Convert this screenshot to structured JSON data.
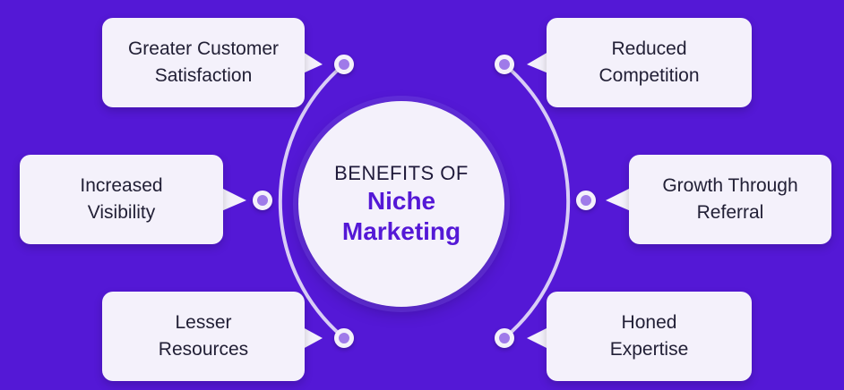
{
  "center": {
    "line1": "BENEFITS OF",
    "line2": "Niche",
    "line3": "Marketing"
  },
  "benefits": {
    "top_left": {
      "line1": "Greater Customer",
      "line2": "Satisfaction"
    },
    "mid_left": {
      "line1": "Increased",
      "line2": "Visibility"
    },
    "bottom_left": {
      "line1": "Lesser",
      "line2": "Resources"
    },
    "top_right": {
      "line1": "Reduced",
      "line2": "Competition"
    },
    "mid_right": {
      "line1": "Growth Through",
      "line2": "Referral"
    },
    "bottom_right": {
      "line1": "Honed",
      "line2": "Expertise"
    }
  },
  "colors": {
    "background": "#5418d6",
    "card": "#f4f1fb",
    "accent": "#5418d6",
    "dot": "#9f7ae9"
  }
}
